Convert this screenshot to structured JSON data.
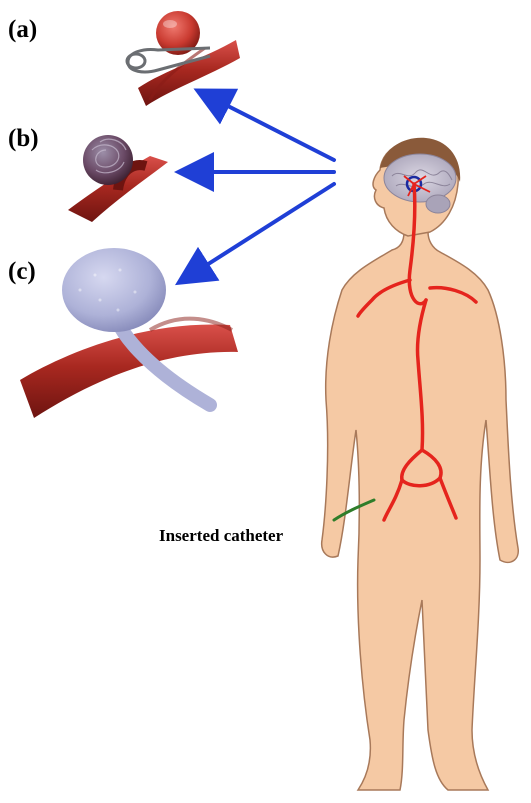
{
  "labels": {
    "panel_a": "(a)",
    "panel_b": "(b)",
    "panel_c": "(c)",
    "catheter": "Inserted catheter"
  },
  "icons": [
    "aneurysm-clip-icon",
    "coil-embolization-icon",
    "flow-diverter-icon",
    "human-body-figure",
    "brain-icon"
  ],
  "colors": {
    "skin": "#f5c9a4",
    "skin_outline": "#a8795a",
    "artery": "#e5241d",
    "vessel": "#b22a22",
    "arrow": "#1f3fd6",
    "catheter": "#2f7d2a",
    "brain": "#c9c4d3",
    "hair": "#8a5a3a",
    "sac": "#aeb2d8",
    "target_ring": "#1a2aa0"
  }
}
